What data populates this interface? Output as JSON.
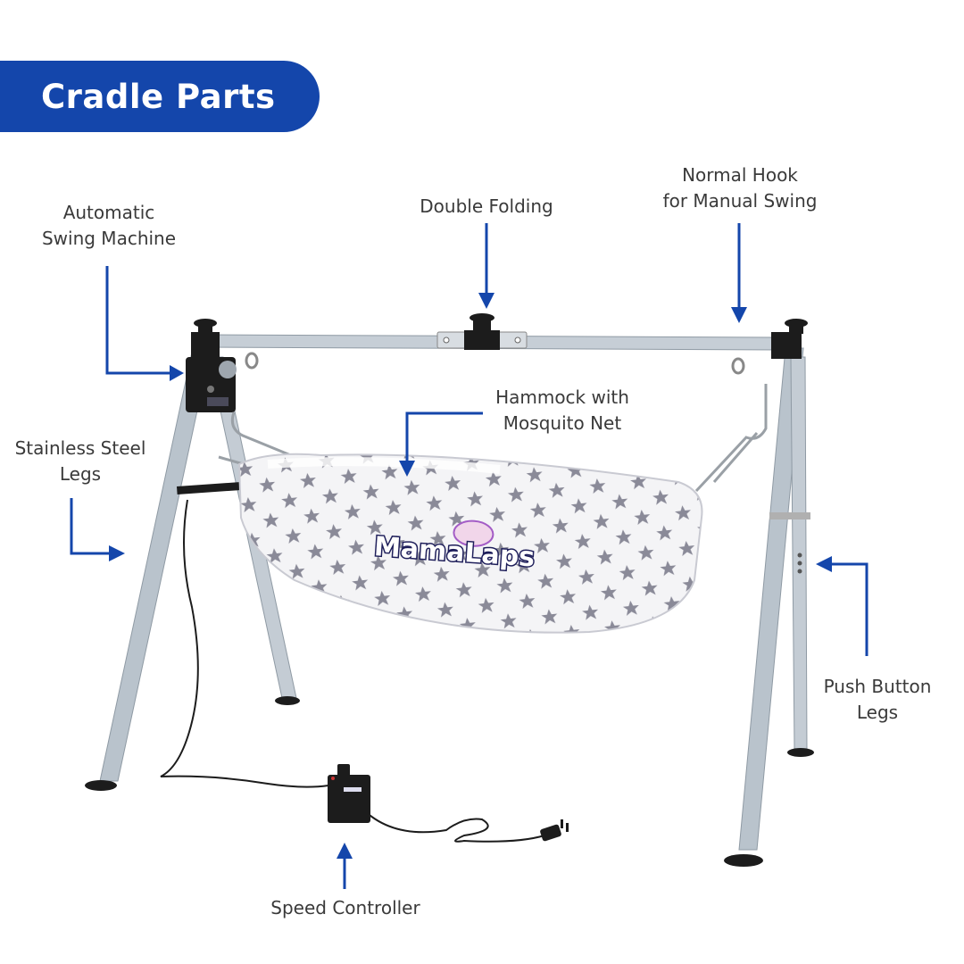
{
  "header": {
    "title": "Cradle Parts"
  },
  "colors": {
    "accent": "#1446ab",
    "label_text": "#3a3a3a",
    "frame_steel": "#b9c3cc",
    "joint_black": "#1c1c1c",
    "hammock_white": "#f4f4f6",
    "star_gray": "#8a8a98"
  },
  "product": {
    "brand_logo": "MamaLaps"
  },
  "callouts": [
    {
      "id": "automatic-swing-machine",
      "line1": "Automatic",
      "line2": "Swing Machine"
    },
    {
      "id": "double-folding",
      "line1": "Double Folding",
      "line2": ""
    },
    {
      "id": "normal-hook",
      "line1": "Normal Hook",
      "line2": "for Manual Swing"
    },
    {
      "id": "hammock",
      "line1": "Hammock with",
      "line2": "Mosquito Net"
    },
    {
      "id": "stainless-steel-legs",
      "line1": "Stainless Steel",
      "line2": "Legs"
    },
    {
      "id": "push-button-legs",
      "line1": "Push Button",
      "line2": "Legs"
    },
    {
      "id": "speed-controller",
      "line1": "Speed Controller",
      "line2": ""
    }
  ]
}
